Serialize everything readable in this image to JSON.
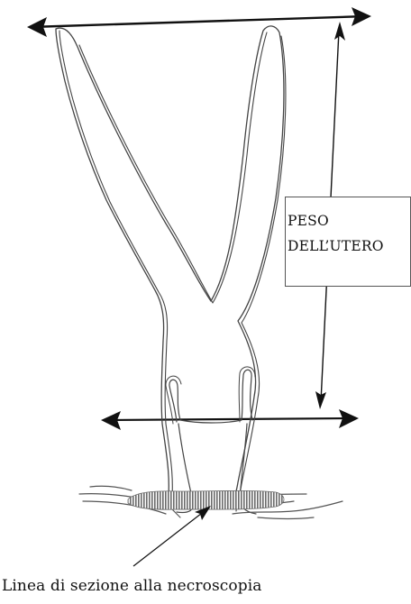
{
  "label_box": {
    "line1": "PESO",
    "line2": "DELL’UTERO"
  },
  "caption": "Linea di sezione alla necroscopia"
}
